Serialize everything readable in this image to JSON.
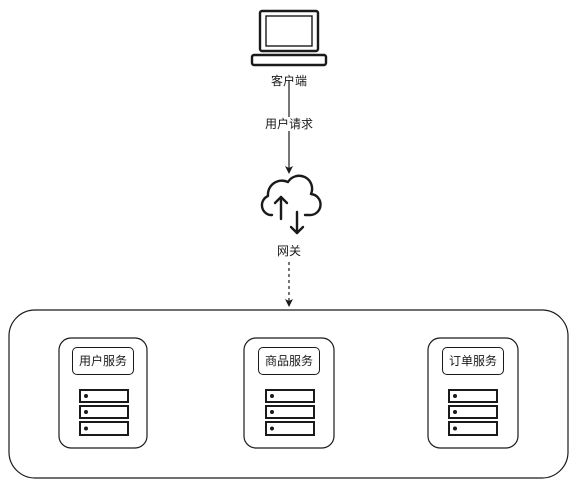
{
  "client": {
    "label": "客户端",
    "icon": "computer-terminal-icon"
  },
  "request_edge": {
    "label": "用户请求"
  },
  "gateway": {
    "label": "网关",
    "icon": "cloud-upload-download-icon"
  },
  "services": [
    {
      "label": "用户服务",
      "icon": "server-rack-icon"
    },
    {
      "label": "商品服务",
      "icon": "server-rack-icon"
    },
    {
      "label": "订单服务",
      "icon": "server-rack-icon"
    }
  ],
  "colors": {
    "stroke": "#1a1a1a",
    "background": "#ffffff"
  }
}
